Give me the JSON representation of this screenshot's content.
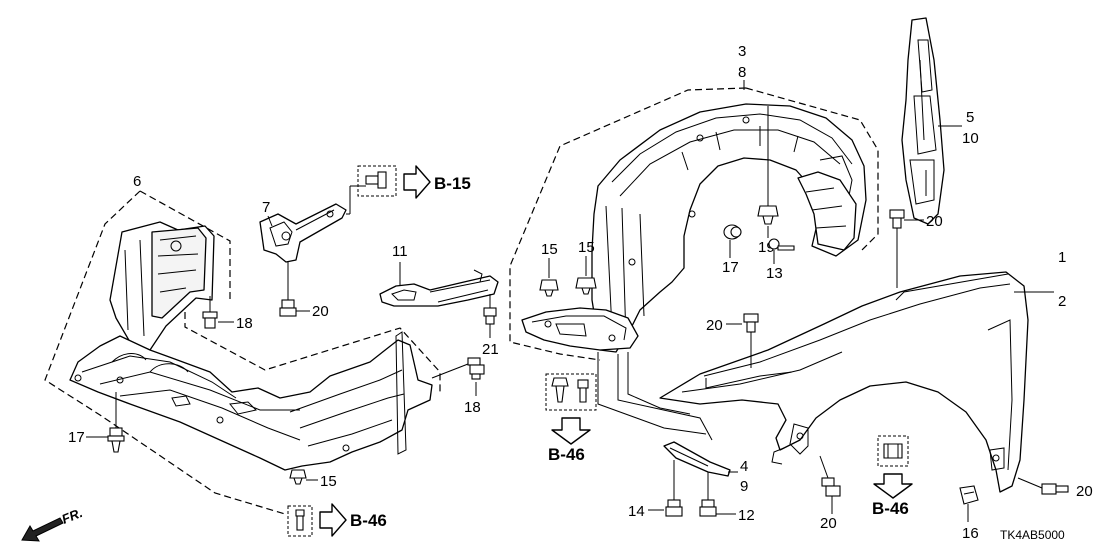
{
  "diagram": {
    "callouts": {
      "c1": "1",
      "c2": "2",
      "c3": "3",
      "c4": "4",
      "c5": "5",
      "c6": "6",
      "c7": "7",
      "c8": "8",
      "c9": "9",
      "c10": "10",
      "c11": "11",
      "c12": "12",
      "c13": "13",
      "c14": "14",
      "c15a": "15",
      "c15b": "15",
      "c15c": "15",
      "c16": "16",
      "c17a": "17",
      "c17b": "17",
      "c18a": "18",
      "c18b": "18",
      "c19": "19",
      "c20a": "20",
      "c20b": "20",
      "c20c": "20",
      "c20d": "20",
      "c20e": "20",
      "c21": "21"
    },
    "refs": {
      "b15": "B-15",
      "b46a": "B-46",
      "b46b": "B-46",
      "b46c": "B-46"
    },
    "front_indicator": "FR.",
    "drawing_code": "TK4AB5000"
  }
}
